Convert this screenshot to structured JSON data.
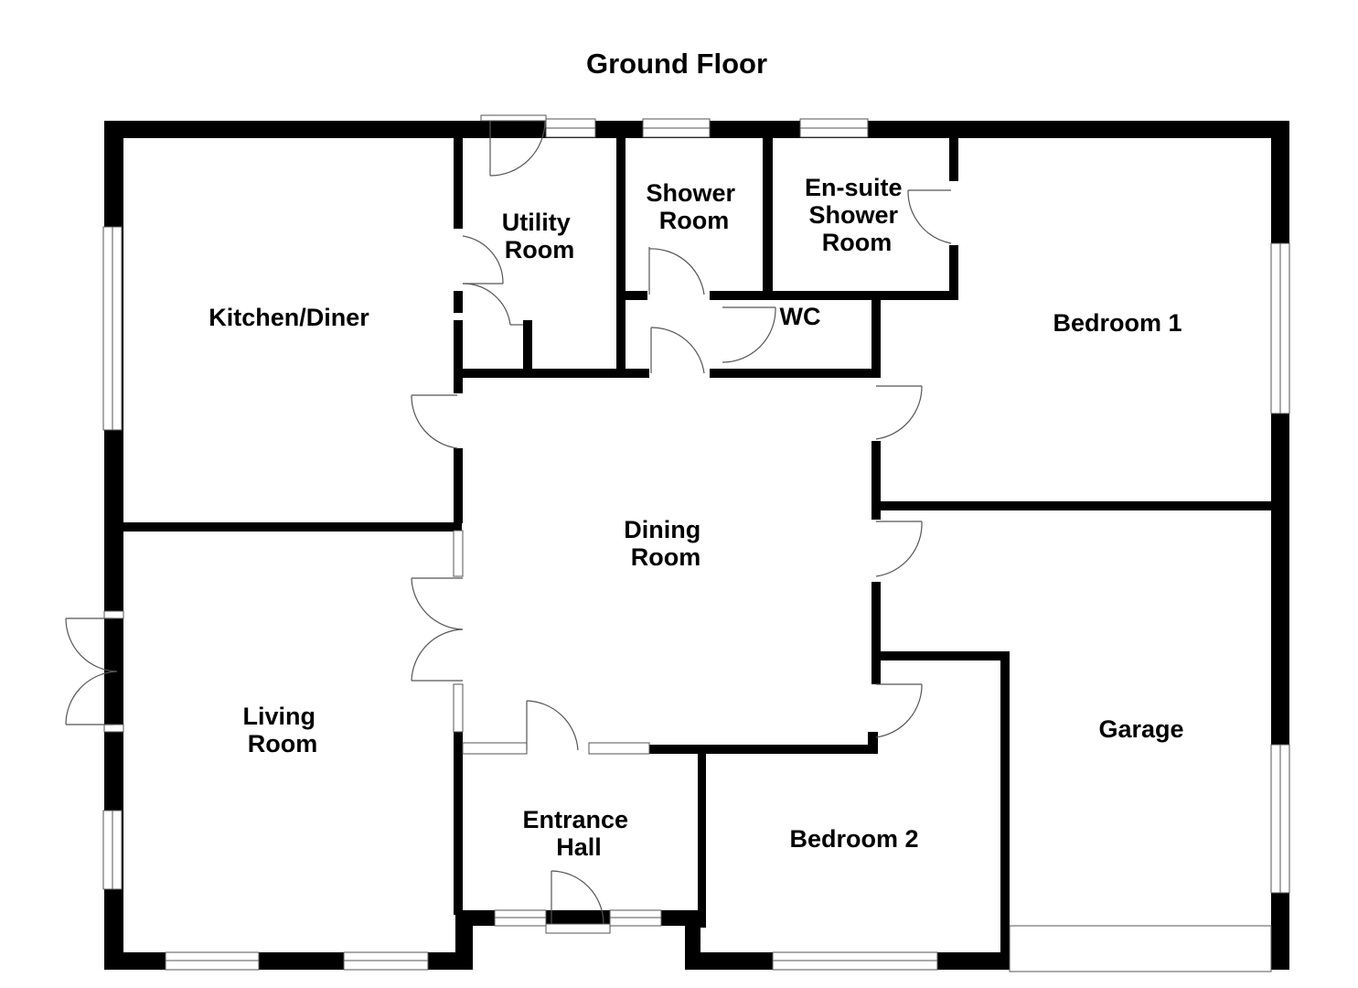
{
  "plan": {
    "title": "Ground Floor",
    "rooms": {
      "kitchen": "Kitchen/Diner",
      "utility": [
        "Utility",
        "Room"
      ],
      "shower": [
        "Shower",
        "Room"
      ],
      "ensuite": [
        "En-suite",
        "Shower",
        "Room"
      ],
      "wc": "WC",
      "bedroom1": "Bedroom 1",
      "dining": [
        "Dining",
        "Room"
      ],
      "living": [
        "Living",
        "Room"
      ],
      "entrance": [
        "Entrance",
        "Hall"
      ],
      "bedroom2": "Bedroom 2",
      "garage": "Garage"
    }
  }
}
